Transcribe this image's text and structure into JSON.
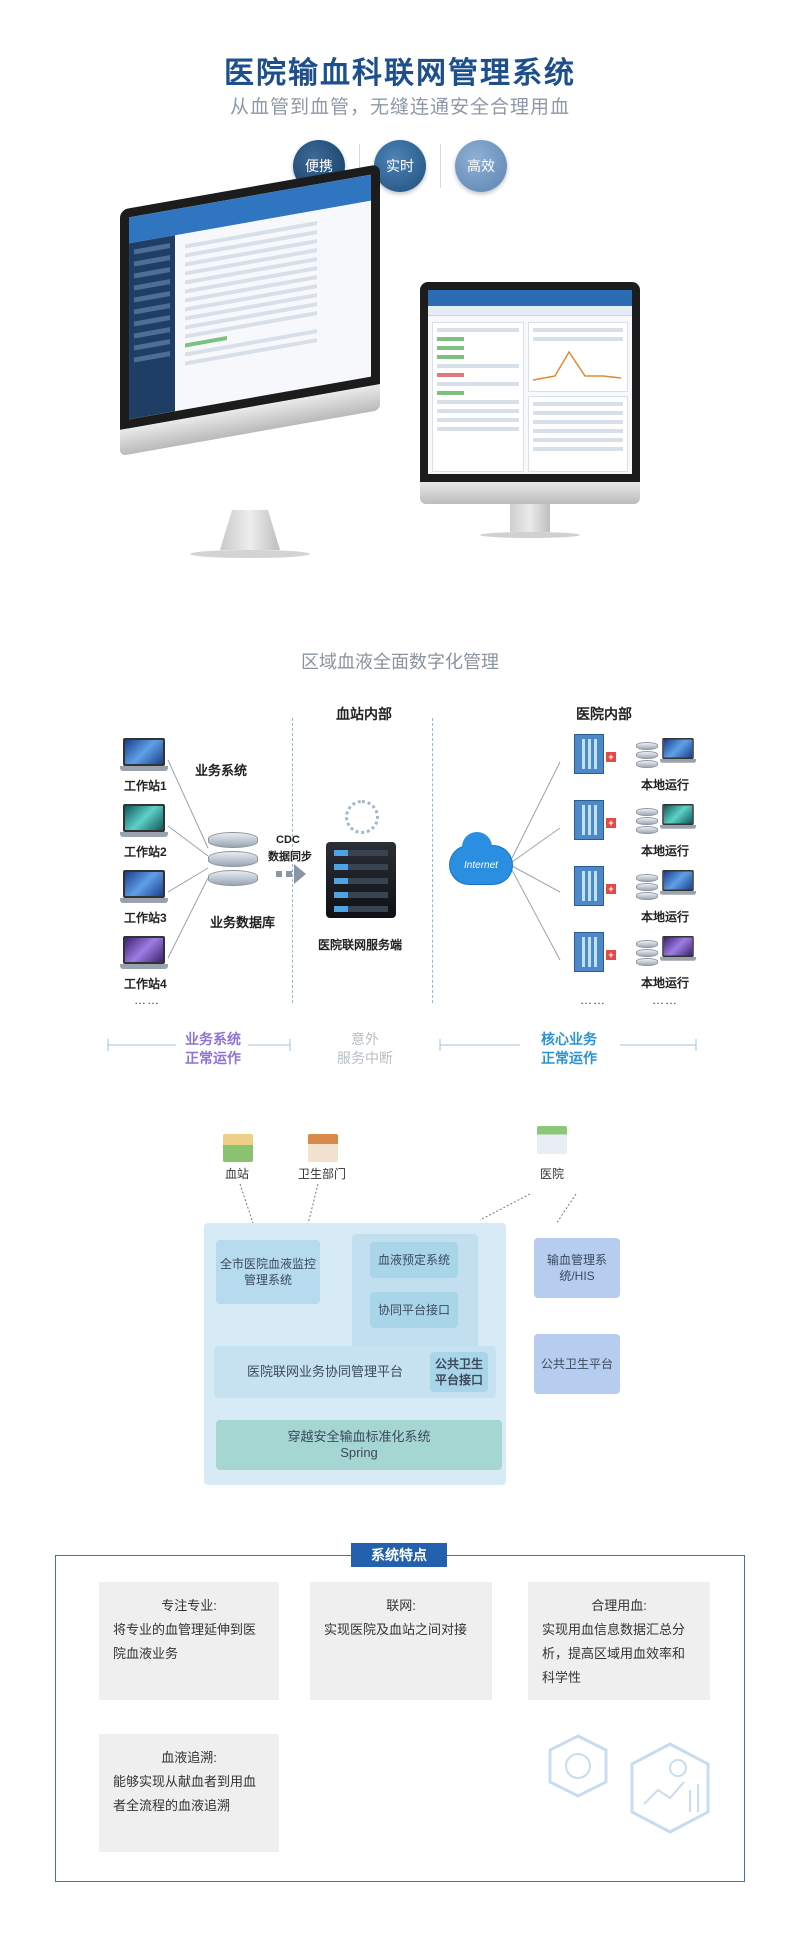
{
  "header": {
    "title": "医院输血科联网管理系统",
    "subtitle": "从血管到血管，无缝连通安全合理用血",
    "badges": [
      "便携",
      "实时",
      "高效"
    ]
  },
  "section2": {
    "title": "区域血液全面数字化管理",
    "zones": {
      "station": "血站内部",
      "hospital": "医院内部"
    },
    "business_system": "业务系统",
    "workstations": [
      "工作站1",
      "工作站2",
      "工作站3",
      "工作站4"
    ],
    "ellipsis": "……",
    "business_db": "业务数据库",
    "cdc": "CDC",
    "data_sync": "数据同步",
    "server_label": "医院联网服务端",
    "internet": "Internet",
    "local_run": "本地运行",
    "bottom": {
      "left_1": "业务系统",
      "left_2": "正常运作",
      "mid_1": "意外",
      "mid_2": "服务中断",
      "right_1": "核心业务",
      "right_2": "正常运作"
    },
    "colors": {
      "purple": "#8f73d4",
      "blue": "#2a92d6",
      "grey": "#b7bfc9"
    }
  },
  "section3": {
    "blood_station": "血站",
    "health_dept": "卫生部门",
    "hospital": "医院",
    "monitor_system": "全市医院血液监控管理系统",
    "reservation": "血液预定系统",
    "collab_interface": "协同平台接口",
    "collab_platform": "医院联网业务协同管理平台",
    "public_health_interface": "公共卫生平台接口",
    "standard_system_1": "穿越安全输血标准化系统",
    "standard_system_2": "Spring",
    "his": "输血管理系统/HIS",
    "public_health": "公共卫生平台"
  },
  "section4": {
    "tag": "系统特点",
    "cards": [
      {
        "title": "专注专业:",
        "body": "将专业的血管理延伸到医院血液业务"
      },
      {
        "title": "联网:",
        "body": "实现医院及血站之间对接"
      },
      {
        "title": "合理用血:",
        "body": "实现用血信息数据汇总分析，提高区域用血效率和科学性"
      },
      {
        "title": "血液追溯:",
        "body": "能够实现从献血者到用血者全流程的血液追溯"
      }
    ]
  },
  "theme": {
    "primary": "#1d4f8c",
    "accent": "#2360ad"
  }
}
